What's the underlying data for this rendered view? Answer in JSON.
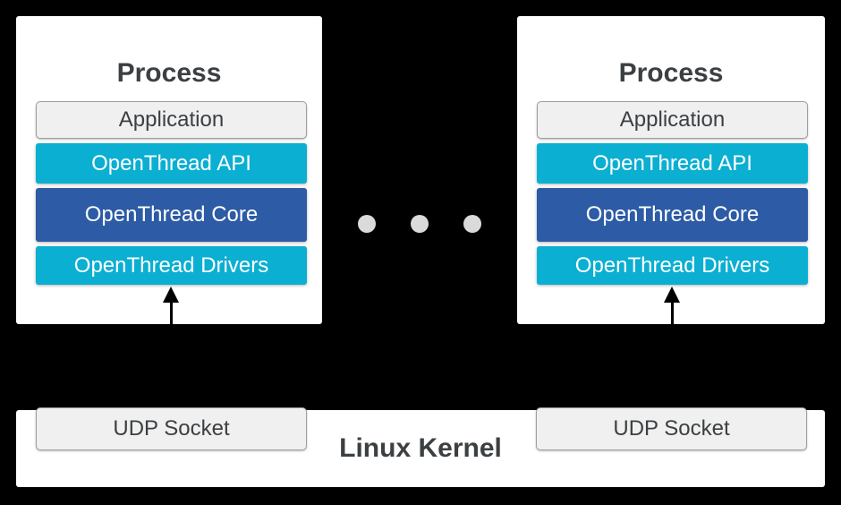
{
  "colors": {
    "background": "#000000",
    "card": "#ffffff",
    "cyan": "#0aafd2",
    "dark_blue": "#2d5ba5",
    "gray_fill": "#f0f0f0",
    "gray_border": "#9e9e9e",
    "text_dark": "#3c4043",
    "text_light": "#ffffff",
    "dot": "#dadada",
    "arrow": "#000000"
  },
  "processes": [
    {
      "title": "Process",
      "layers": [
        {
          "label": "Application",
          "type": "gray"
        },
        {
          "label": "OpenThread API",
          "type": "cyan"
        },
        {
          "label": "OpenThread Core",
          "type": "blue"
        },
        {
          "label": "OpenThread Drivers",
          "type": "cyan"
        }
      ]
    },
    {
      "title": "Process",
      "layers": [
        {
          "label": "Application",
          "type": "gray"
        },
        {
          "label": "OpenThread API",
          "type": "cyan"
        },
        {
          "label": "OpenThread Core",
          "type": "blue"
        },
        {
          "label": "OpenThread Drivers",
          "type": "cyan"
        }
      ]
    }
  ],
  "ellipsis": {
    "dot_count": 3
  },
  "kernel": {
    "label": "Linux Kernel",
    "sockets": [
      {
        "label": "UDP Socket"
      },
      {
        "label": "UDP Socket"
      }
    ]
  }
}
